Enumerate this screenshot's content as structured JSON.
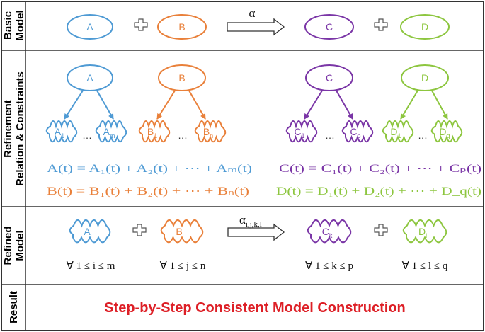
{
  "colors": {
    "blue": "#4e9ad4",
    "orange": "#e9803a",
    "purple": "#7a35a6",
    "green": "#8dc63f",
    "red": "#dd1f26"
  },
  "rows": {
    "basic": [
      "Basic",
      "Model"
    ],
    "refinement": [
      "Refinement",
      "Relation & Constraints"
    ],
    "refined": [
      "Refined",
      "Model"
    ],
    "result": "Result"
  },
  "basic_model": {
    "A": "A",
    "B": "B",
    "C": "C",
    "D": "D",
    "arrow_label": "α"
  },
  "refinement": {
    "parents": {
      "A": "A",
      "B": "B",
      "C": "C",
      "D": "D"
    },
    "children": {
      "A": {
        "first": "A",
        "first_sub": "1",
        "last": "A",
        "last_sub": "m"
      },
      "B": {
        "first": "B",
        "first_sub": "1",
        "last": "B",
        "last_sub": "n"
      },
      "C": {
        "first": "C",
        "first_sub": "1",
        "last": "C",
        "last_sub": "p"
      },
      "D": {
        "first": "D",
        "first_sub": "1",
        "last": "D",
        "last_sub": "q"
      }
    },
    "ellipsis": "…",
    "equations": {
      "A": "A(t) = A₁(t)  +  A₂(t)  + ⋯ +  Aₘ(t)",
      "B": "B(t) = B₁(t)  +  B₂(t)  + ⋯ +  Bₙ(t)",
      "C": "C(t) = C₁(t)  +  C₂(t)  + ⋯ +  Cₚ(t)",
      "D": "D(t) = D₁(t)  +  D₂(t)  + ⋯ +  D_q(t)"
    }
  },
  "refined_model": {
    "A": {
      "letter": "A",
      "sub": "i"
    },
    "B": {
      "letter": "B",
      "sub": "j"
    },
    "C": {
      "letter": "C",
      "sub": "k"
    },
    "D": {
      "letter": "D",
      "sub": "l"
    },
    "arrow_label": "α",
    "arrow_sub": "i,j,k,l",
    "constraints": {
      "A": "∀ 1 ≤ i ≤ m",
      "B": "∀ 1 ≤ j ≤ n",
      "C": "∀ 1 ≤ k ≤ p",
      "D": "∀ 1 ≤ l ≤ q"
    }
  },
  "result": {
    "text": "Step-by-Step Consistent Model Construction"
  }
}
